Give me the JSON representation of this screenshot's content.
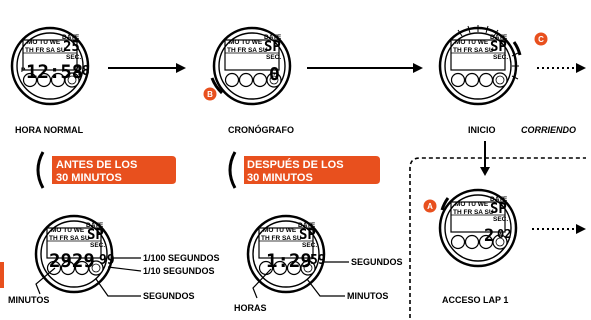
{
  "captions": {
    "hora_normal": "HORA NORMAL",
    "cronografo": "CRONÓGRAFO",
    "inicio": "INICIO",
    "corriendo": "CORRIENDO",
    "acceso_lap": "ACCESO LAP 1"
  },
  "banners": {
    "antes_line1": "ANTES DE LOS",
    "antes_line2": "30 MINUTOS",
    "despues_line1": "DESPUÉS DE LOS",
    "despues_line2": "30 MINUTOS"
  },
  "callouts": {
    "centesimas": "1/100 SEGUNDOS",
    "decimas": "1/10 SEGUNDOS",
    "segundos_a": "SEGUNDOS",
    "minutos_a": "MINUTOS",
    "segundos_b": "SEGUNDOS",
    "minutos_b": "MINUTOS",
    "horas": "HORAS"
  },
  "buttons": {
    "a": "A",
    "b": "B",
    "c": "C"
  },
  "watch": {
    "days_top": "MO TU WE",
    "days_bottom": "TH FR SA SU",
    "date_label": "DATE",
    "sec_label": "SEC.",
    "pm": "P",
    "w1_top": "25",
    "w1_main": "12:58",
    "w1_sec": "48",
    "w2_top": "SP",
    "w2_sec": "0",
    "w3_top": "SP",
    "w4_top": "SP",
    "w4_main": "2",
    "w4_sec": "02",
    "w5_top": "SP",
    "w5_main": "2929",
    "w5_sec": "99",
    "w6_top": "SP",
    "w6_main": "1:29",
    "w6_sec": "59"
  },
  "colors": {
    "accent": "#E8501E",
    "ink": "#000000"
  }
}
